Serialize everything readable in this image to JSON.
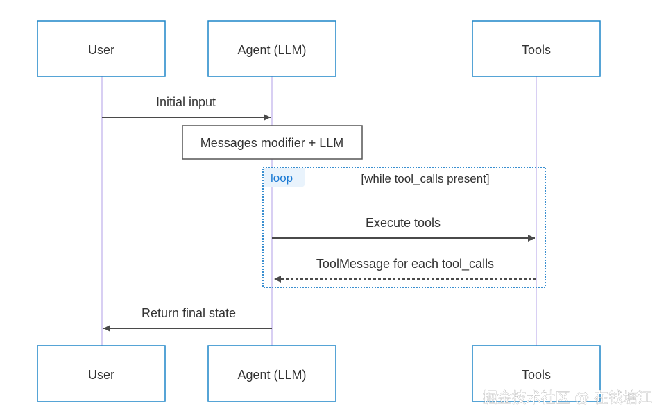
{
  "diagram": {
    "participants": {
      "user": "User",
      "agent": "Agent (LLM)",
      "tools": "Tools"
    },
    "messages": {
      "initial_input": "Initial input",
      "messages_modifier": "Messages modifier + LLM",
      "execute_tools": "Execute tools",
      "tool_message": "ToolMessage for each tool_calls",
      "return_final_state": "Return final state"
    },
    "loop": {
      "keyword": "loop",
      "condition": "[while tool_calls present]"
    }
  },
  "watermark": "掘金技术社区 @ 在钱塘江",
  "colors": {
    "actor_border": "#1f86c8",
    "lifeline": "#d8cff3",
    "arrow": "#4a4a4a",
    "note_border": "#555555",
    "loop_border": "#3a8fd0",
    "loop_label_bg": "#e9f3fc",
    "loop_label_text": "#1c7bd4"
  }
}
